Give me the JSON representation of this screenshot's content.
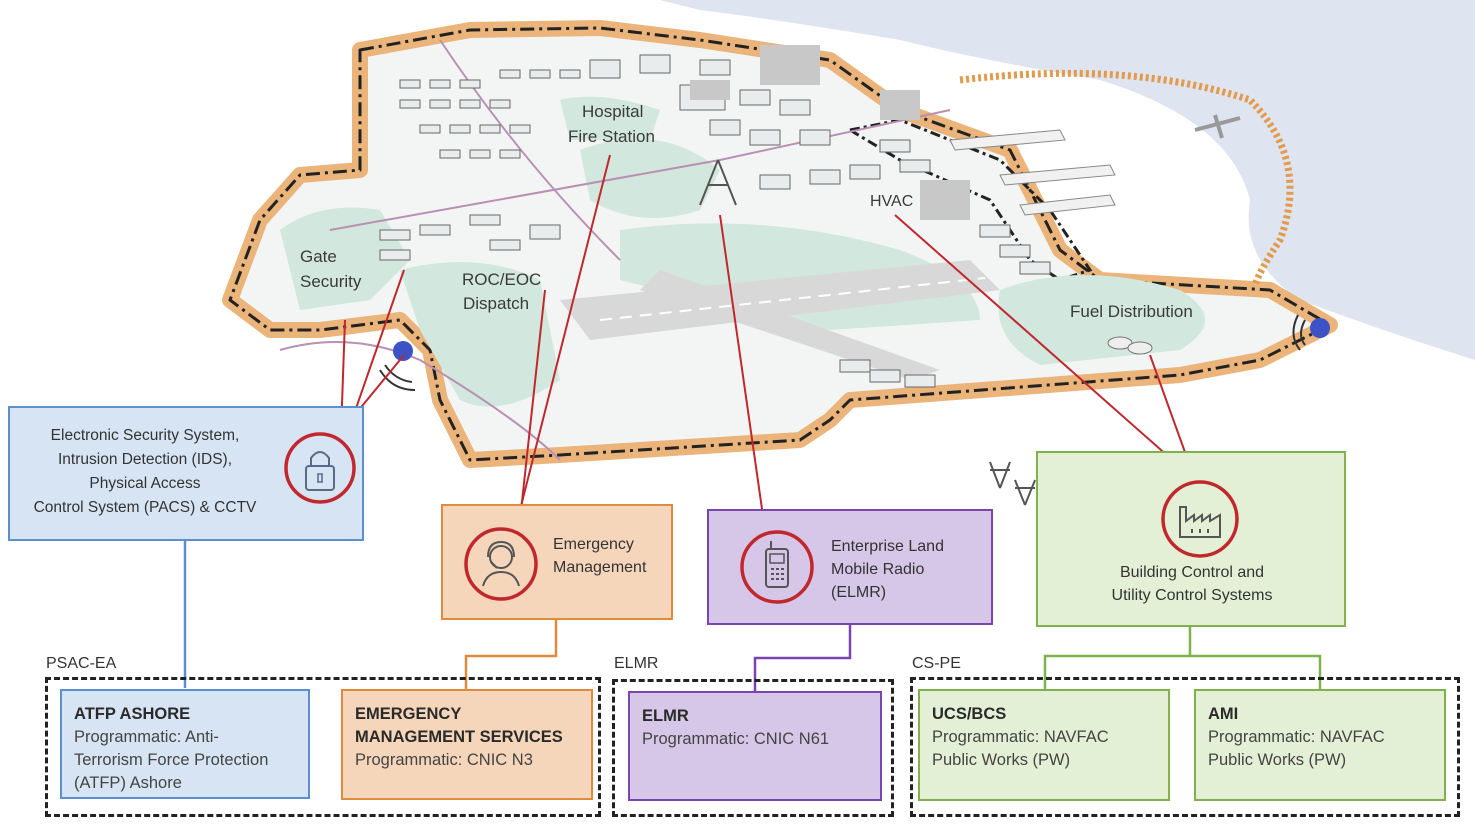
{
  "map_labels": {
    "hospital": "Hospital",
    "fire_station": "Fire Station",
    "hvac": "HVAC",
    "gate_security_1": "Gate",
    "gate_security_2": "Security",
    "roc_eoc_1": "ROC/EOC",
    "roc_eoc_2": "Dispatch",
    "fuel_distribution": "Fuel Distribution"
  },
  "systems": {
    "security": {
      "lines": [
        "Electronic Security System,",
        "Intrusion Detection (IDS),",
        "Physical Access",
        "Control System (PACS) & CCTV"
      ],
      "icon": "lock-icon"
    },
    "emergency": {
      "lines": [
        "Emergency",
        "Management"
      ],
      "icon": "headset-person-icon"
    },
    "elmr": {
      "lines": [
        "Enterprise Land",
        "Mobile Radio",
        "(ELMR)"
      ],
      "icon": "radio-icon"
    },
    "building": {
      "lines": [
        "Building Control and",
        "Utility Control Systems"
      ],
      "icon": "factory-icon"
    }
  },
  "groups": {
    "psac": "PSAC-EA",
    "elmr": "ELMR",
    "cspe": "CS-PE"
  },
  "programs": {
    "atfp": {
      "title": "ATFP ASHORE",
      "lines": [
        "Programmatic: Anti-",
        "Terrorism Force Protection",
        "(ATFP) Ashore"
      ]
    },
    "ems": {
      "title_1": "EMERGENCY",
      "title_2": "MANAGEMENT SERVICES",
      "lines": [
        "Programmatic: CNIC N3"
      ]
    },
    "elmr": {
      "title": "ELMR",
      "lines": [
        "Programmatic: CNIC N61"
      ]
    },
    "ucs": {
      "title": "UCS/BCS",
      "lines": [
        "Programmatic: NAVFAC",
        "Public Works (PW)"
      ]
    },
    "ami": {
      "title": "AMI",
      "lines": [
        "Programmatic: NAVFAC",
        "Public Works (PW)"
      ]
    }
  },
  "colors": {
    "blue_fill": "#d5e3f3",
    "blue_border": "#5b8fce",
    "orange_fill": "#f5d5b8",
    "orange_border": "#e08a3c",
    "purple_fill": "#d5c5e6",
    "purple_border": "#7a45b0",
    "green_fill": "#e3efd3",
    "green_border": "#7fb24f",
    "red_line": "#c0282d",
    "water": "#dde3f0",
    "green_space": "#d3e8df",
    "boundary": "#e8b274"
  }
}
